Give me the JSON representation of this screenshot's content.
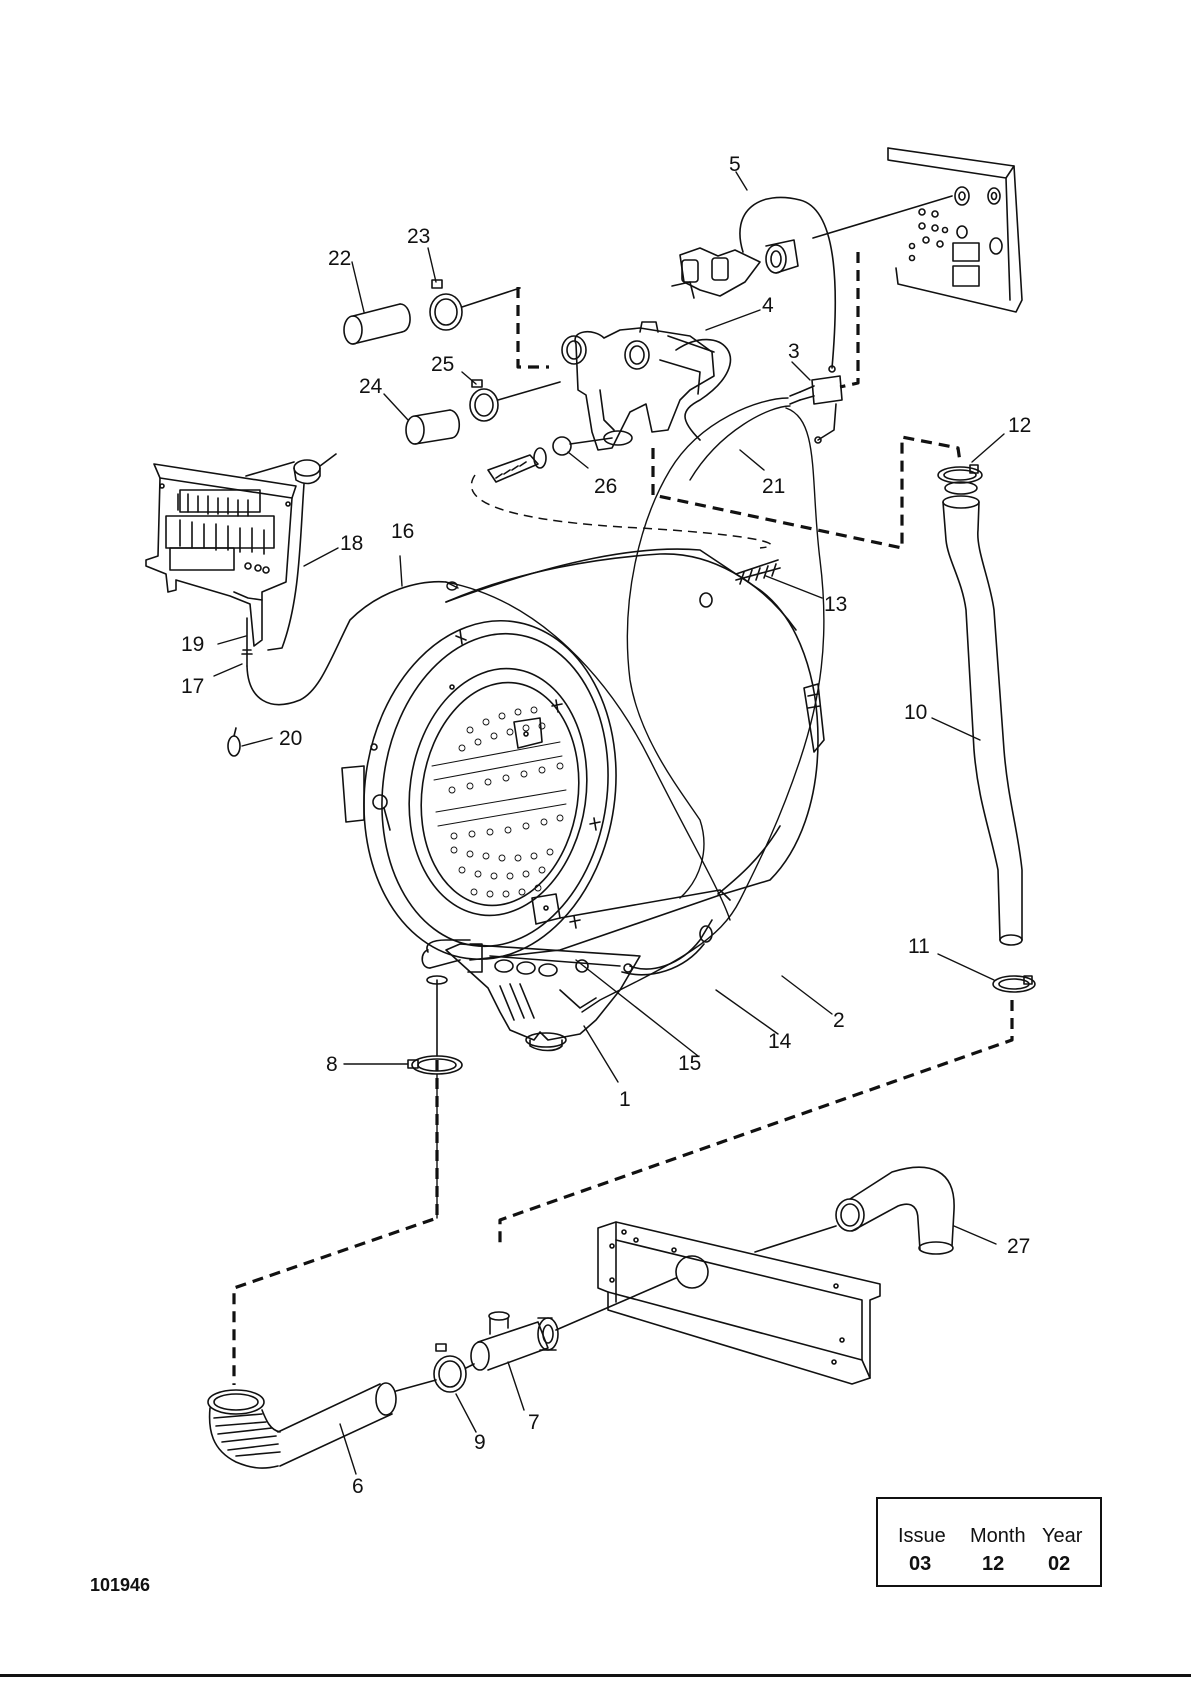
{
  "diagram": {
    "part_labels": [
      {
        "id": "1",
        "text": "1"
      },
      {
        "id": "2",
        "text": "2"
      },
      {
        "id": "3",
        "text": "3"
      },
      {
        "id": "4",
        "text": "4"
      },
      {
        "id": "5",
        "text": "5"
      },
      {
        "id": "6",
        "text": "6"
      },
      {
        "id": "7",
        "text": "7"
      },
      {
        "id": "8",
        "text": "8"
      },
      {
        "id": "9",
        "text": "9"
      },
      {
        "id": "10",
        "text": "10"
      },
      {
        "id": "11",
        "text": "11"
      },
      {
        "id": "12",
        "text": "12"
      },
      {
        "id": "13",
        "text": "13"
      },
      {
        "id": "14",
        "text": "14"
      },
      {
        "id": "15",
        "text": "15"
      },
      {
        "id": "16",
        "text": "16"
      },
      {
        "id": "17",
        "text": "17"
      },
      {
        "id": "18",
        "text": "18"
      },
      {
        "id": "19",
        "text": "19"
      },
      {
        "id": "20",
        "text": "20"
      },
      {
        "id": "21",
        "text": "21"
      },
      {
        "id": "22",
        "text": "22"
      },
      {
        "id": "23",
        "text": "23"
      },
      {
        "id": "24",
        "text": "24"
      },
      {
        "id": "25",
        "text": "25"
      },
      {
        "id": "26",
        "text": "26"
      },
      {
        "id": "27",
        "text": "27"
      }
    ]
  },
  "issue_box": {
    "headers": {
      "issue": "Issue",
      "month": "Month",
      "year": "Year"
    },
    "values": {
      "issue": "03",
      "month": "12",
      "year": "02"
    }
  },
  "document_number": "101946",
  "colors": {
    "ink": "#111111",
    "paper": "#ffffff"
  }
}
